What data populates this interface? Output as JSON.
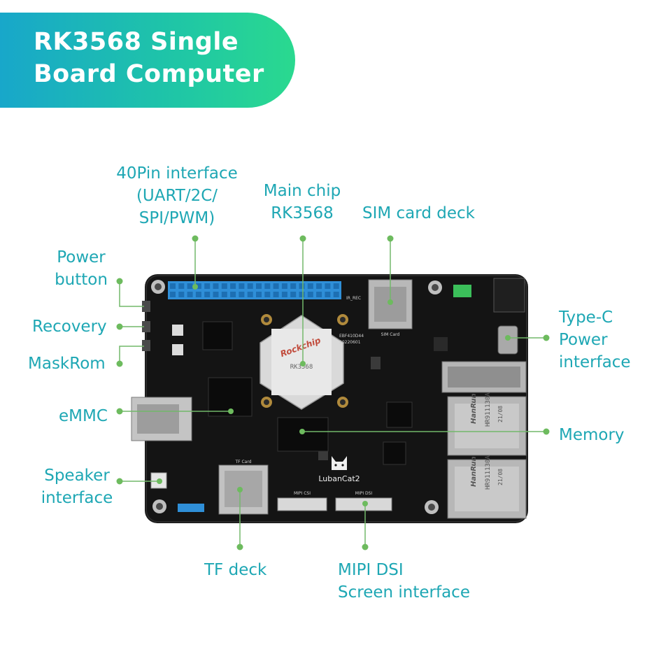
{
  "title": {
    "line1": "RK3568 Single",
    "line2": "Board Computer"
  },
  "colors": {
    "banner_start": "#18a7ca",
    "banner_end": "#2ad98f",
    "label_text": "#1ea7b4",
    "leader_line": "#72b86a",
    "board": "#141414",
    "header_pins": "#2f8fd8"
  },
  "board": {
    "chip_brand": "Rockchip",
    "chip_marking": "RK3568",
    "logo_text": "LubanCat2",
    "memory_marking_1": "HanRun",
    "memory_marking_2": "HR911130A",
    "memory_marking_3": "21/08",
    "silk_mipi_csi": "MIPI CSI",
    "silk_mipi_dsi": "MIPI DSI",
    "silk_tf_card": "TF Card",
    "silk_sim_card": "SIM Card",
    "silk_ir_rec": "IR_REC",
    "silk_code_1": "EBF410D44",
    "silk_code_2": "20220601"
  },
  "labels": {
    "pin40": [
      "40Pin interface",
      "(UART/2C/",
      "SPI/PWM)"
    ],
    "main_chip": [
      "Main chip",
      "RK3568"
    ],
    "sim": [
      "SIM card deck"
    ],
    "power_button": [
      "Power",
      "button"
    ],
    "recovery": [
      "Recovery"
    ],
    "maskrom": [
      "MaskRom"
    ],
    "emmc": [
      "eMMC"
    ],
    "speaker": [
      "Speaker",
      "interface"
    ],
    "typec": [
      "Type-C",
      "Power",
      "interface"
    ],
    "memory": [
      "Memory"
    ],
    "tf": [
      "TF deck"
    ],
    "mipi": [
      "MIPI DSI",
      "Screen interface"
    ]
  }
}
